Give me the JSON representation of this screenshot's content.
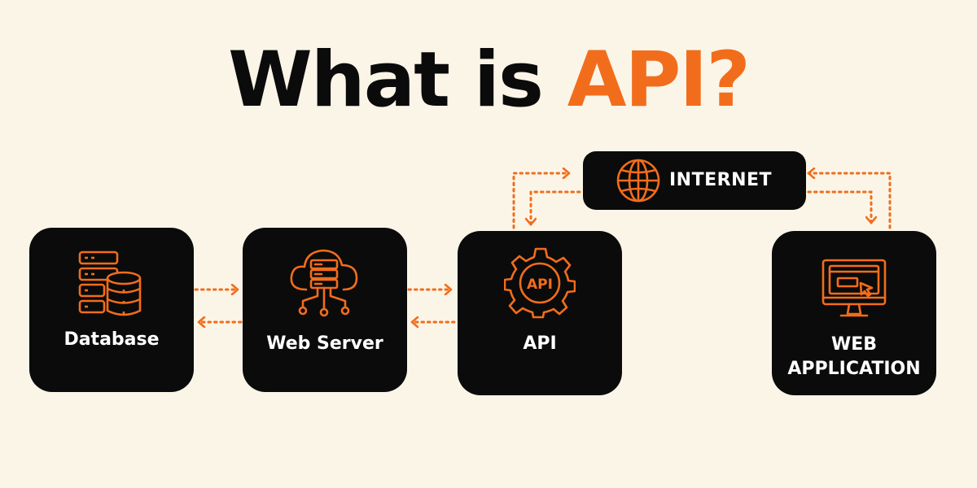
{
  "title": {
    "prefix": "What is ",
    "highlight": "API?"
  },
  "colors": {
    "background": "#fbf5e8",
    "box": "#0b0b0b",
    "accent": "#f26d1b",
    "text": "#ffffff"
  },
  "nodes": {
    "database": {
      "label": "Database",
      "icon": "database-server-icon"
    },
    "web_server": {
      "label": "Web Server",
      "icon": "cloud-server-icon"
    },
    "api": {
      "label": "API",
      "icon": "api-gear-icon",
      "icon_text": "API"
    },
    "web_application": {
      "label_line1": "WEB",
      "label_line2": "APPLICATION",
      "icon": "monitor-browser-icon"
    },
    "internet": {
      "label": "INTERNET",
      "icon": "globe-icon"
    }
  },
  "connections": [
    {
      "from": "database",
      "to": "web_server",
      "style": "dotted-arrow"
    },
    {
      "from": "web_server",
      "to": "database",
      "style": "dotted-arrow"
    },
    {
      "from": "web_server",
      "to": "api",
      "style": "dotted-arrow"
    },
    {
      "from": "api",
      "to": "web_server",
      "style": "dotted-arrow"
    },
    {
      "from": "api",
      "to": "internet",
      "style": "dotted-arrow"
    },
    {
      "from": "internet",
      "to": "api",
      "style": "dotted-arrow"
    },
    {
      "from": "web_application",
      "to": "internet",
      "style": "dotted-arrow"
    },
    {
      "from": "internet",
      "to": "web_application",
      "style": "dotted-arrow"
    }
  ]
}
